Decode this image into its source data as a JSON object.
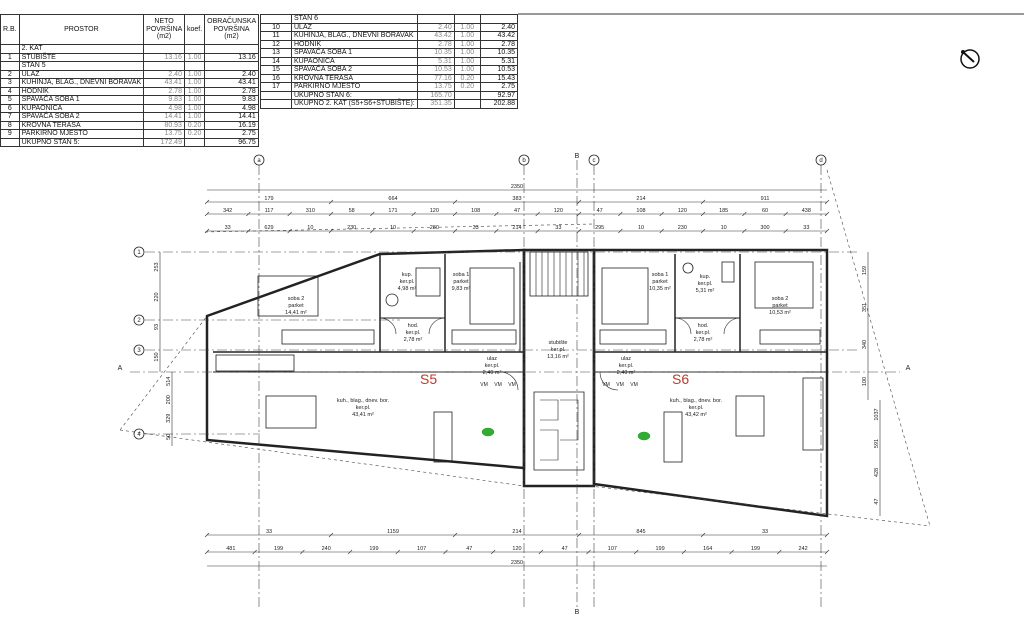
{
  "table1": {
    "headers": [
      "R.B.",
      "PROSTOR",
      "NETO POVRŠINA (m2)",
      "koef.",
      "OBRAČUNSKA POVRŠINA (m2)"
    ],
    "rows": [
      {
        "rb": "",
        "name": "2. KAT",
        "net": "",
        "k": "",
        "calc": ""
      },
      {
        "rb": "1",
        "name": "STUBIŠTE",
        "net": "13.16",
        "k": "1.00",
        "calc": "13.16"
      },
      {
        "rb": "",
        "name": "STAN 5",
        "net": "",
        "k": "",
        "calc": ""
      },
      {
        "rb": "2",
        "name": "ULAZ",
        "net": "2.40",
        "k": "1.00",
        "calc": "2.40"
      },
      {
        "rb": "3",
        "name": "KUHINJA, BLAG., DNEVNI BORAVAK",
        "net": "43.41",
        "k": "1.00",
        "calc": "43.41"
      },
      {
        "rb": "4",
        "name": "HODNIK",
        "net": "2.78",
        "k": "1.00",
        "calc": "2.78"
      },
      {
        "rb": "5",
        "name": "SPAVAĆA SOBA 1",
        "net": "9.83",
        "k": "1.00",
        "calc": "9.83"
      },
      {
        "rb": "6",
        "name": "KUPAONICA",
        "net": "4.98",
        "k": "1.00",
        "calc": "4.98"
      },
      {
        "rb": "7",
        "name": "SPAVAĆA SOBA 2",
        "net": "14.41",
        "k": "1.00",
        "calc": "14.41"
      },
      {
        "rb": "8",
        "name": "KROVNA TERASA",
        "net": "80.93",
        "k": "0.20",
        "calc": "16.19"
      },
      {
        "rb": "9",
        "name": "PARKIRNO MJESTO",
        "net": "13.75",
        "k": "0.20",
        "calc": "2.75"
      },
      {
        "rb": "",
        "name": "UKUPNO STAN 5:",
        "net": "172.49",
        "k": "",
        "calc": "96.75"
      }
    ]
  },
  "table2": {
    "rows": [
      {
        "rb": "",
        "name": "STAN 6",
        "net": "",
        "k": "",
        "calc": ""
      },
      {
        "rb": "10",
        "name": "ULAZ",
        "net": "2.40",
        "k": "1.00",
        "calc": "2.40"
      },
      {
        "rb": "11",
        "name": "KUHINJA, BLAG., DNEVNI BORAVAK",
        "net": "43.42",
        "k": "1.00",
        "calc": "43.42"
      },
      {
        "rb": "12",
        "name": "HODNIK",
        "net": "2.78",
        "k": "1.00",
        "calc": "2.78"
      },
      {
        "rb": "13",
        "name": "SPAVAĆA SOBA 1",
        "net": "10.35",
        "k": "1.00",
        "calc": "10.35"
      },
      {
        "rb": "14",
        "name": "KUPAONICA",
        "net": "5.31",
        "k": "1.00",
        "calc": "5.31"
      },
      {
        "rb": "15",
        "name": "SPAVAĆA SOBA 2",
        "net": "10.53",
        "k": "1.00",
        "calc": "10.53"
      },
      {
        "rb": "16",
        "name": "KROVNA TERASA",
        "net": "77.16",
        "k": "0.20",
        "calc": "15.43"
      },
      {
        "rb": "17",
        "name": "PARKIRNO MJESTO",
        "net": "13.75",
        "k": "0.20",
        "calc": "2.75"
      },
      {
        "rb": "",
        "name": "UKUPNO STAN 6:",
        "net": "165.70",
        "k": "",
        "calc": "92.97"
      },
      {
        "rb": "",
        "name": "UKUPNO 2. KAT (S5+S6+STUBIŠTE):",
        "net": "351.35",
        "k": "",
        "calc": "202.88"
      }
    ]
  },
  "plan": {
    "apt_labels": [
      "S5",
      "S6"
    ],
    "grid_axes_top": [
      "a",
      "b",
      "c",
      "d"
    ],
    "grid_axes_left": [
      "1",
      "2",
      "3",
      "4"
    ],
    "section_labels": [
      "A",
      "A",
      "B",
      "B"
    ],
    "rooms": [
      {
        "name": "soba 2",
        "floor": "parket",
        "area": "14,41 m²"
      },
      {
        "name": "kup.",
        "floor": "ker.pl.",
        "area": "4,98 m²"
      },
      {
        "name": "soba 1",
        "floor": "parket",
        "area": "9,83 m²"
      },
      {
        "name": "hod.",
        "floor": "ker.pl.",
        "area": "2,78 m²"
      },
      {
        "name": "stubište",
        "floor": "ker.pl.",
        "area": "13,16 m²"
      },
      {
        "name": "ulaz",
        "floor": "ker.pl.",
        "area": "2,40 m²"
      },
      {
        "name": "kuh., blag., dnev. bor.",
        "floor": "ker.pl.",
        "area": "43,41 m²"
      },
      {
        "name": "soba 1",
        "floor": "parket",
        "area": "10,35 m²"
      },
      {
        "name": "kup.",
        "floor": "ker.pl.",
        "area": "5,31 m²"
      },
      {
        "name": "soba 2",
        "floor": "parket",
        "area": "10,53 m²"
      },
      {
        "name": "hod.",
        "floor": "ker.pl.",
        "area": "2,78 m²"
      },
      {
        "name": "ulaz",
        "floor": "ker.pl.",
        "area": "2,40 m²"
      },
      {
        "name": "kuh., blag., dnev. bor.",
        "floor": "ker.pl.",
        "area": "43,42 m²"
      }
    ],
    "dims_top_total": "2350",
    "dims_top_row1": [
      "179",
      "664",
      "383",
      "214",
      "911"
    ],
    "dims_top_row2": [
      "342",
      "117",
      "310",
      "58",
      "171",
      "120",
      "108",
      "47",
      "120",
      "47",
      "108",
      "120",
      "185",
      "60",
      "438"
    ],
    "dims_top_row3": [
      "33",
      "629",
      "10",
      "230",
      "10",
      "280",
      "33",
      "214",
      "33",
      "295",
      "10",
      "230",
      "10",
      "300",
      "33"
    ],
    "dims_bottom_row1": [
      "33",
      "1159",
      "214",
      "845",
      "33"
    ],
    "dims_bottom_row2": [
      "481",
      "199",
      "240",
      "199",
      "107",
      "47",
      "120",
      "47",
      "107",
      "199",
      "164",
      "199",
      "242"
    ],
    "dims_bottom_total": "2350",
    "dims_left": [
      "253",
      "220",
      "93",
      "150",
      "514",
      "200",
      "329",
      "50"
    ],
    "dims_right": [
      "159",
      "351",
      "340",
      "100",
      "1037",
      "591",
      "428",
      "47"
    ],
    "vm_label": "VM"
  }
}
